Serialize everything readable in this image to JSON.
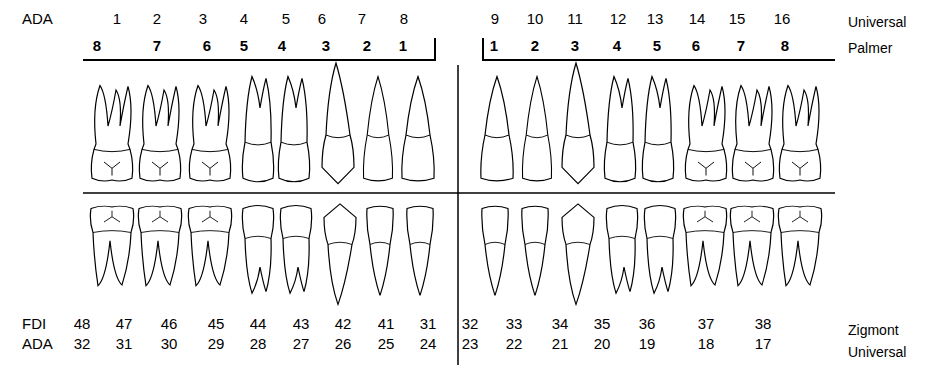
{
  "diagram": {
    "labels": [
      "ADA",
      "1",
      "2",
      "3",
      "4",
      "5",
      "6",
      "7",
      "8",
      "9",
      "10",
      "11",
      "12",
      "13",
      "14",
      "15",
      "16",
      "Universal",
      "8",
      "7",
      "6",
      "5",
      "4",
      "3",
      "2",
      "1",
      "1",
      "2",
      "3",
      "4",
      "5",
      "6",
      "7",
      "8",
      "Palmer",
      "FDI",
      "48",
      "47",
      "46",
      "45",
      "44",
      "43",
      "42",
      "41",
      "31",
      "32",
      "33",
      "34",
      "35",
      "36",
      "37",
      "38",
      "Zigmont",
      "ADA",
      "32",
      "31",
      "30",
      "29",
      "28",
      "27",
      "26",
      "25",
      "24",
      "23",
      "22",
      "21",
      "20",
      "19",
      "18",
      "17",
      "Universal"
    ]
  }
}
